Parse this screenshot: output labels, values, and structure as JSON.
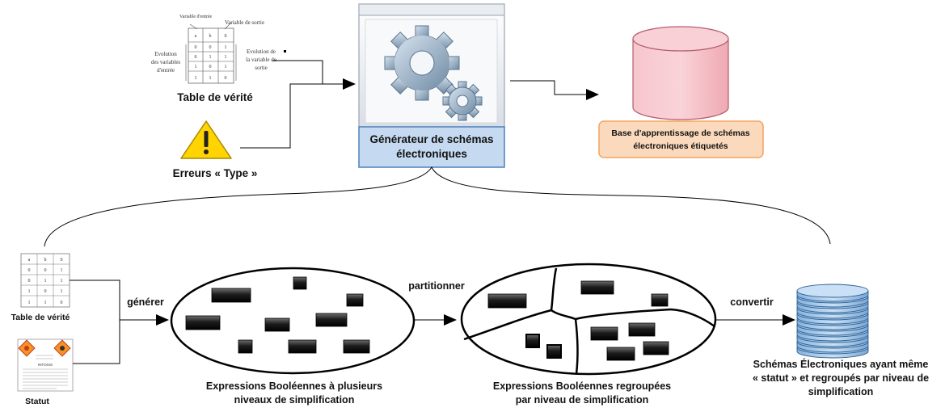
{
  "top": {
    "truth_table": {
      "label": "Table de vérité",
      "input_var_label": "Variable d'entrée",
      "output_var_label": "Variable de sortie",
      "input_evolution_label": "Evolution des variables d'entrée",
      "output_evolution_label": "Evolution de la variable de sortie"
    },
    "errors_label": "Erreurs « Type »",
    "generator_label": "Générateur de schémas électroniques",
    "database_label": "Base d'apprentissage de schémas électroniques étiquetés"
  },
  "bottom": {
    "truth_table_label": "Table de vérité",
    "status_label": "Statut",
    "status_doc_heading": "INTOXIS",
    "steps": {
      "generate": "générer",
      "partition": "partitionner",
      "convert": "convertir"
    },
    "boolean_expressions_label": "Expressions Booléennes à plusieurs niveaux de simplification",
    "grouped_expressions_label": "Expressions Booléennes regroupées par niveau de simplification",
    "output_schemas_label": "Schémas Électroniques ayant même « statut » et regroupés par niveau de simplification"
  },
  "colors": {
    "generator_label_bg": "#c5d9f1",
    "generator_label_border": "#4f81bd",
    "database_fill": "#f4b6bf",
    "database_label_bg": "#fbd9bd",
    "database_label_border": "#f4a460",
    "disk_stack_fill": "#9dc3e6",
    "warning_yellow": "#ffd400",
    "bar_dark": "#1a1a1a"
  }
}
